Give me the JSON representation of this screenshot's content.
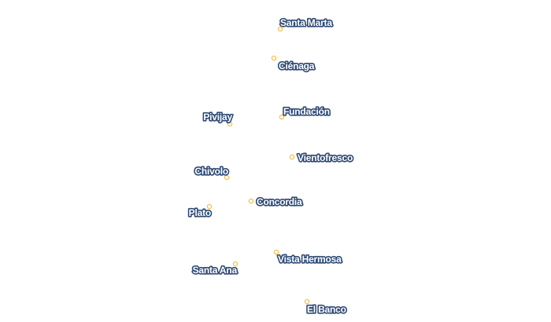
{
  "map": {
    "marker_color": "#f5c04a",
    "marker_fill": "#ffffff",
    "label_color": "#ffffff",
    "label_halo_color": "#2e4a75",
    "places": [
      {
        "name": "Santa Marta"
      },
      {
        "name": "Ciénaga"
      },
      {
        "name": "Fundación"
      },
      {
        "name": "Pivijay"
      },
      {
        "name": "Vientofresco"
      },
      {
        "name": "Chivolo"
      },
      {
        "name": "Concordia"
      },
      {
        "name": "Plato"
      },
      {
        "name": "Vista Hermosa"
      },
      {
        "name": "Santa Ana"
      },
      {
        "name": "El Banco"
      }
    ]
  }
}
